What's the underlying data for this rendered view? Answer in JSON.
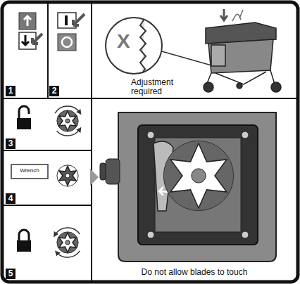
{
  "diagram": {
    "labels": [
      "1",
      "2",
      "3",
      "4",
      "5",
      "X",
      "Adjustment required",
      "Wrench",
      "Do not allow blades to touch"
    ]
  }
}
